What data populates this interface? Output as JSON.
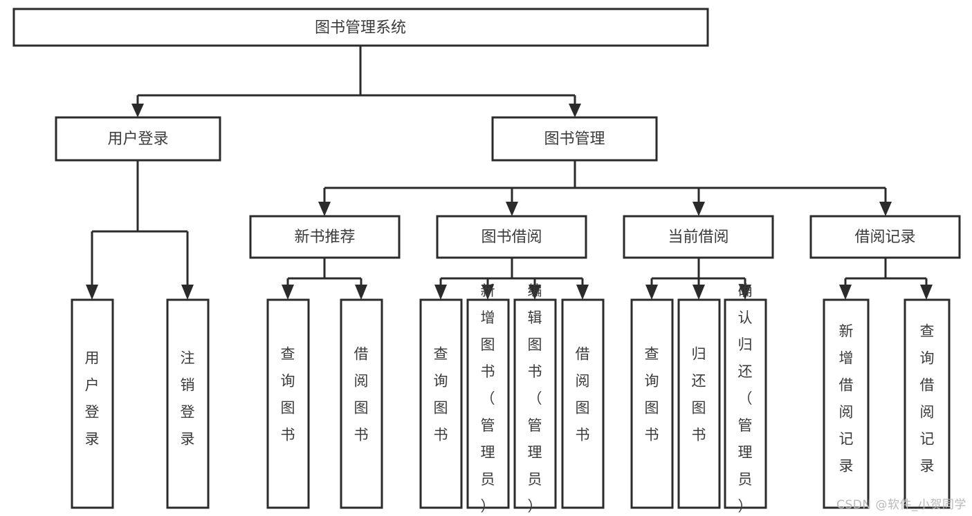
{
  "diagram": {
    "type": "tree-hierarchy",
    "title": "图书管理系统",
    "watermark": "CSDN @软件_小贺同学",
    "colors": {
      "box_stroke": "#2b2b2b",
      "box_fill": "#ffffff",
      "text": "#3b3b3b",
      "connector": "#2b2b2b",
      "watermark": "#b9b9b9",
      "background": "#ffffff"
    },
    "levels": {
      "root": "图书管理系统",
      "level2": [
        "用户登录",
        "图书管理"
      ],
      "level3": [
        "新书推荐",
        "图书借阅",
        "当前借阅",
        "借阅记录"
      ]
    },
    "nodes": {
      "root": {
        "id": "root",
        "label": "图书管理系统",
        "orientation": "horizontal"
      },
      "user_login": {
        "id": "user-login",
        "label": "用户登录",
        "orientation": "horizontal"
      },
      "book_manage": {
        "id": "book-manage",
        "label": "图书管理",
        "orientation": "horizontal"
      },
      "new_book_rec": {
        "id": "new-book-recommend",
        "label": "新书推荐",
        "orientation": "horizontal"
      },
      "book_borrow": {
        "id": "book-borrow",
        "label": "图书借阅",
        "orientation": "horizontal"
      },
      "current_borrow": {
        "id": "current-borrow",
        "label": "当前借阅",
        "orientation": "horizontal"
      },
      "borrow_record": {
        "id": "borrow-record",
        "label": "借阅记录",
        "orientation": "horizontal"
      }
    },
    "leaves": {
      "user_login": [
        {
          "id": "leaf-user-login",
          "label": "用户登录"
        },
        {
          "id": "leaf-logout-login",
          "label": "注销登录"
        }
      ],
      "new_book_rec": [
        {
          "id": "leaf-query-book-1",
          "label": "查询图书"
        },
        {
          "id": "leaf-borrow-book-1",
          "label": "借阅图书"
        }
      ],
      "book_borrow": [
        {
          "id": "leaf-query-book-2",
          "label": "查询图书"
        },
        {
          "id": "leaf-add-book-admin",
          "label": "新增图书（管理员）"
        },
        {
          "id": "leaf-edit-book-admin",
          "label": "编辑图书（管理员）"
        },
        {
          "id": "leaf-borrow-book-2",
          "label": "借阅图书"
        }
      ],
      "current_borrow": [
        {
          "id": "leaf-query-book-3",
          "label": "查询图书"
        },
        {
          "id": "leaf-return-book",
          "label": "归还图书"
        },
        {
          "id": "leaf-confirm-return-admin",
          "label": "确认归还（管理员）"
        }
      ],
      "borrow_record": [
        {
          "id": "leaf-add-borrow-record",
          "label": "新增借阅记录"
        },
        {
          "id": "leaf-query-borrow-record",
          "label": "查询借阅记录"
        }
      ]
    }
  }
}
